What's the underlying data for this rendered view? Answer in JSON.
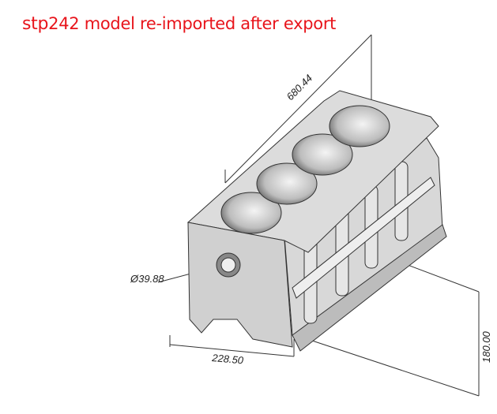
{
  "caption": {
    "prefix": "stp",
    "text": "242 model re-imported after export",
    "color": "#e8141b"
  },
  "dimensions": {
    "length": "680.44",
    "bore": "Ø39.88",
    "width": "228.50",
    "height": "180.00"
  }
}
